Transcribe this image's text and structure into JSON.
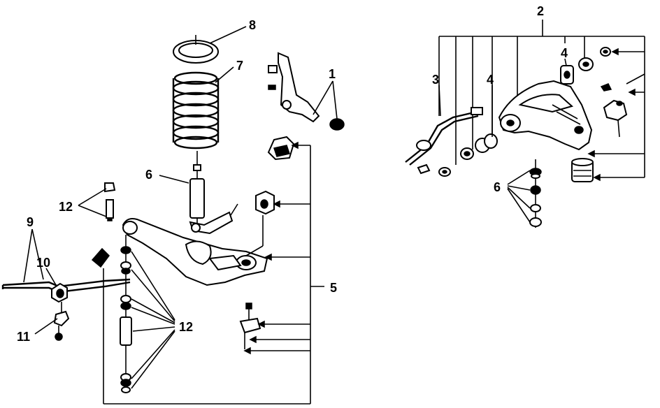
{
  "callouts": {
    "c1": "1",
    "c2": "2",
    "c3": "3",
    "c4a": "4",
    "c4b": "4",
    "c5": "5",
    "c6a": "6",
    "c6b": "6",
    "c7": "7",
    "c8": "8",
    "c9": "9",
    "c10": "10",
    "c11": "11",
    "c12a": "12",
    "c12b": "12"
  },
  "colors": {
    "ink": "#000000",
    "paper": "#ffffff"
  }
}
